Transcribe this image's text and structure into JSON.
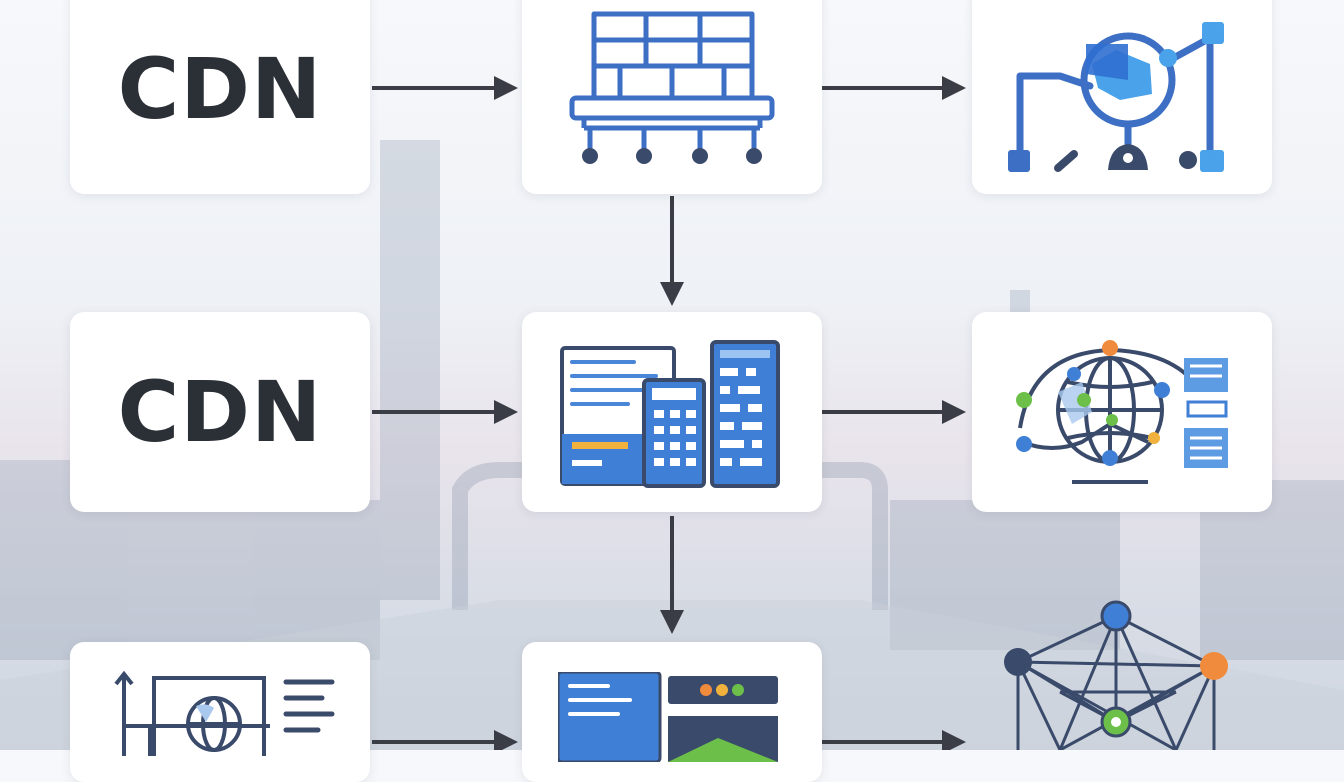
{
  "diagram": {
    "nodes": [
      {
        "id": "cdn-top",
        "label": "CDN"
      },
      {
        "id": "cdn-middle",
        "label": "CDN"
      }
    ]
  },
  "colors": {
    "icon_blue": "#3d7fd6",
    "icon_navy": "#3a4a6b",
    "arrow": "#3a3d45",
    "accent_green": "#6cc04a",
    "accent_orange": "#f08a3c",
    "accent_yellow": "#f0b23c"
  },
  "icons": [
    "server-rack-icon",
    "network-analytics-icon",
    "dashboard-server-icon",
    "globe-network-icon",
    "world-text-icon",
    "app-window-icon",
    "mesh-network-icon"
  ]
}
